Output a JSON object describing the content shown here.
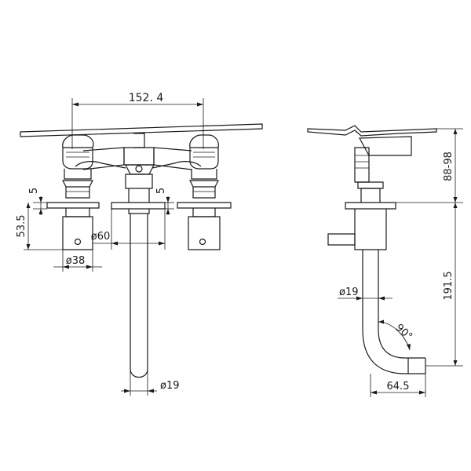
{
  "front_view": {
    "dims": {
      "center_distance": "152. 4",
      "escutcheon_gap": "5",
      "escutcheon_gap_right": "5",
      "handle_height": "53.5",
      "spout_diameter_base": "ø60",
      "handle_diameter": "ø38",
      "spout_diameter": "ø19"
    }
  },
  "side_view": {
    "dims": {
      "handle_height_range": "88-98",
      "spout_depth": "191.5",
      "spout_diameter": "ø19",
      "bend_angle": "90°",
      "spout_reach": "64.5"
    }
  }
}
